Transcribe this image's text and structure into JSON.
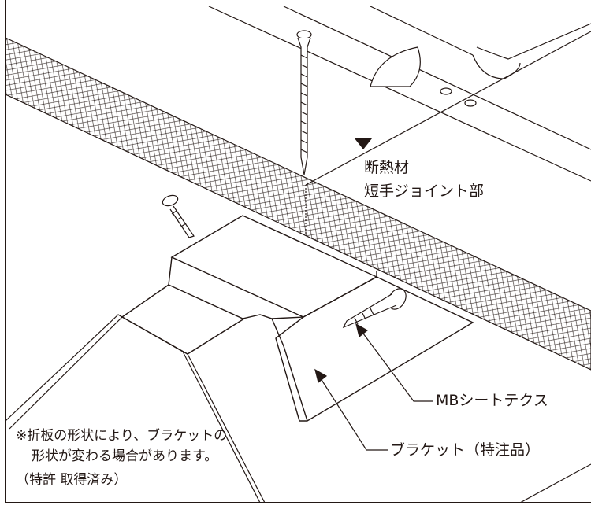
{
  "labels": {
    "insulation": "断熱材",
    "short_joint": "短手ジョイント部",
    "mb_screw": "MBシートテクス",
    "bracket": "ブラケット（特注品）"
  },
  "notes": {
    "line1": "※折板の形状により、ブラケットの",
    "line2": "形状が変わる場合があります。",
    "patent": "（特許 取得済み）"
  },
  "colors": {
    "ink": "#231815",
    "background": "#ffffff"
  }
}
